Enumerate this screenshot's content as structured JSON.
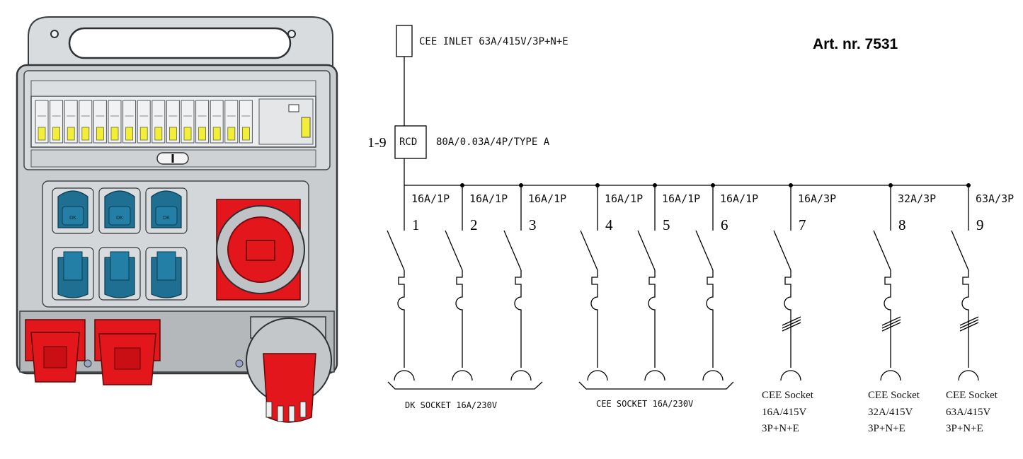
{
  "article": "Art. nr. 7531",
  "inlet_label": "CEE INLET 63A/415V/3P+N+E",
  "rcd": {
    "group": "1-9",
    "label": "RCD",
    "spec": "80A/0.03A/4P/TYPE A"
  },
  "circuits": [
    {
      "number": "1",
      "rating": "16A/1P",
      "poles": 1
    },
    {
      "number": "2",
      "rating": "16A/1P",
      "poles": 1
    },
    {
      "number": "3",
      "rating": "16A/1P",
      "poles": 1
    },
    {
      "number": "4",
      "rating": "16A/1P",
      "poles": 1
    },
    {
      "number": "5",
      "rating": "16A/1P",
      "poles": 1
    },
    {
      "number": "6",
      "rating": "16A/1P",
      "poles": 1
    },
    {
      "number": "7",
      "rating": "16A/3P",
      "poles": 3
    },
    {
      "number": "8",
      "rating": "32A/3P",
      "poles": 3
    },
    {
      "number": "9",
      "rating": "63A/3P",
      "poles": 3
    }
  ],
  "groups": {
    "dk": "DK SOCKET 16A/230V",
    "cee": "CEE SOCKET 16A/230V"
  },
  "sockets": [
    {
      "line1": "CEE Socket",
      "line2": "16A/415V",
      "line3": "3P+N+E"
    },
    {
      "line1": "CEE Socket",
      "line2": "32A/415V",
      "line3": "3P+N+E"
    },
    {
      "line1": "CEE Socket",
      "line2": "63A/415V",
      "line3": "3P+N+E"
    }
  ],
  "device": {
    "small_socket_labels": [
      "DK",
      "DK",
      "DK"
    ],
    "colors": {
      "body": "#cfd3d6",
      "blue": "#1e6f92",
      "red": "#e3161b",
      "breaker_yellow": "#f3ee37"
    }
  }
}
